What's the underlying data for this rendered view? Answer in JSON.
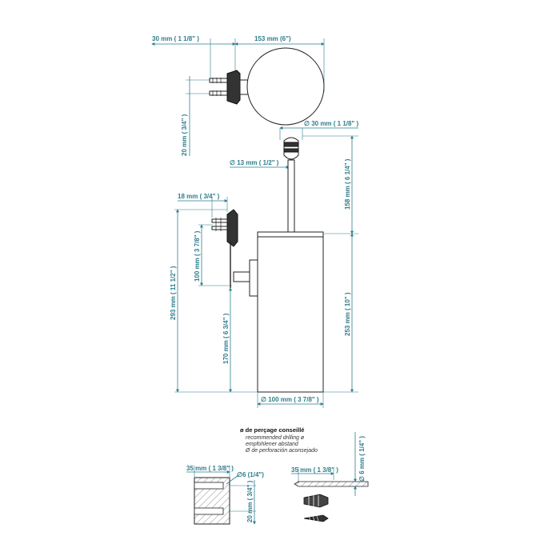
{
  "dimensions": {
    "top_depth": "30 mm ( 1 1/8\" )",
    "top_diameter": "153 mm (6\")",
    "top_side_height": "20 mm ( 3/4\" )",
    "knob_diameter": "∅ 30 mm ( 1 1/8\" )",
    "rod_diameter": "∅ 13 mm ( 1/2\" )",
    "brush_height": "158 mm ( 6 1/4\" )",
    "bracket_depth": "18 mm ( 3/4\" )",
    "bracket_height": "100 mm ( 3 7/8\" )",
    "total_height": "293 mm ( 11 1/2\" )",
    "mount_height": "170 mm ( 6 3/4\" )",
    "body_height": "253 mm ( 10\" )",
    "body_diameter": "∅ 100 mm ( 3 7/8\" )"
  },
  "drilling": {
    "title": "ø de perçage conseillé",
    "lines": [
      "recommended drilling ø",
      "empfohlener abstand",
      "Ø de perforación aconsejado"
    ]
  },
  "bottom_left": {
    "depth": "35 mm ( 1 3/8\" )",
    "hole": "∅6 (1/4\")",
    "height": "20 mm ( 3/4\" )"
  },
  "bottom_right": {
    "depth": "35 mm ( 1 3/8\" )",
    "diameter": "∅ 6 mm ( 1/4\" )"
  }
}
